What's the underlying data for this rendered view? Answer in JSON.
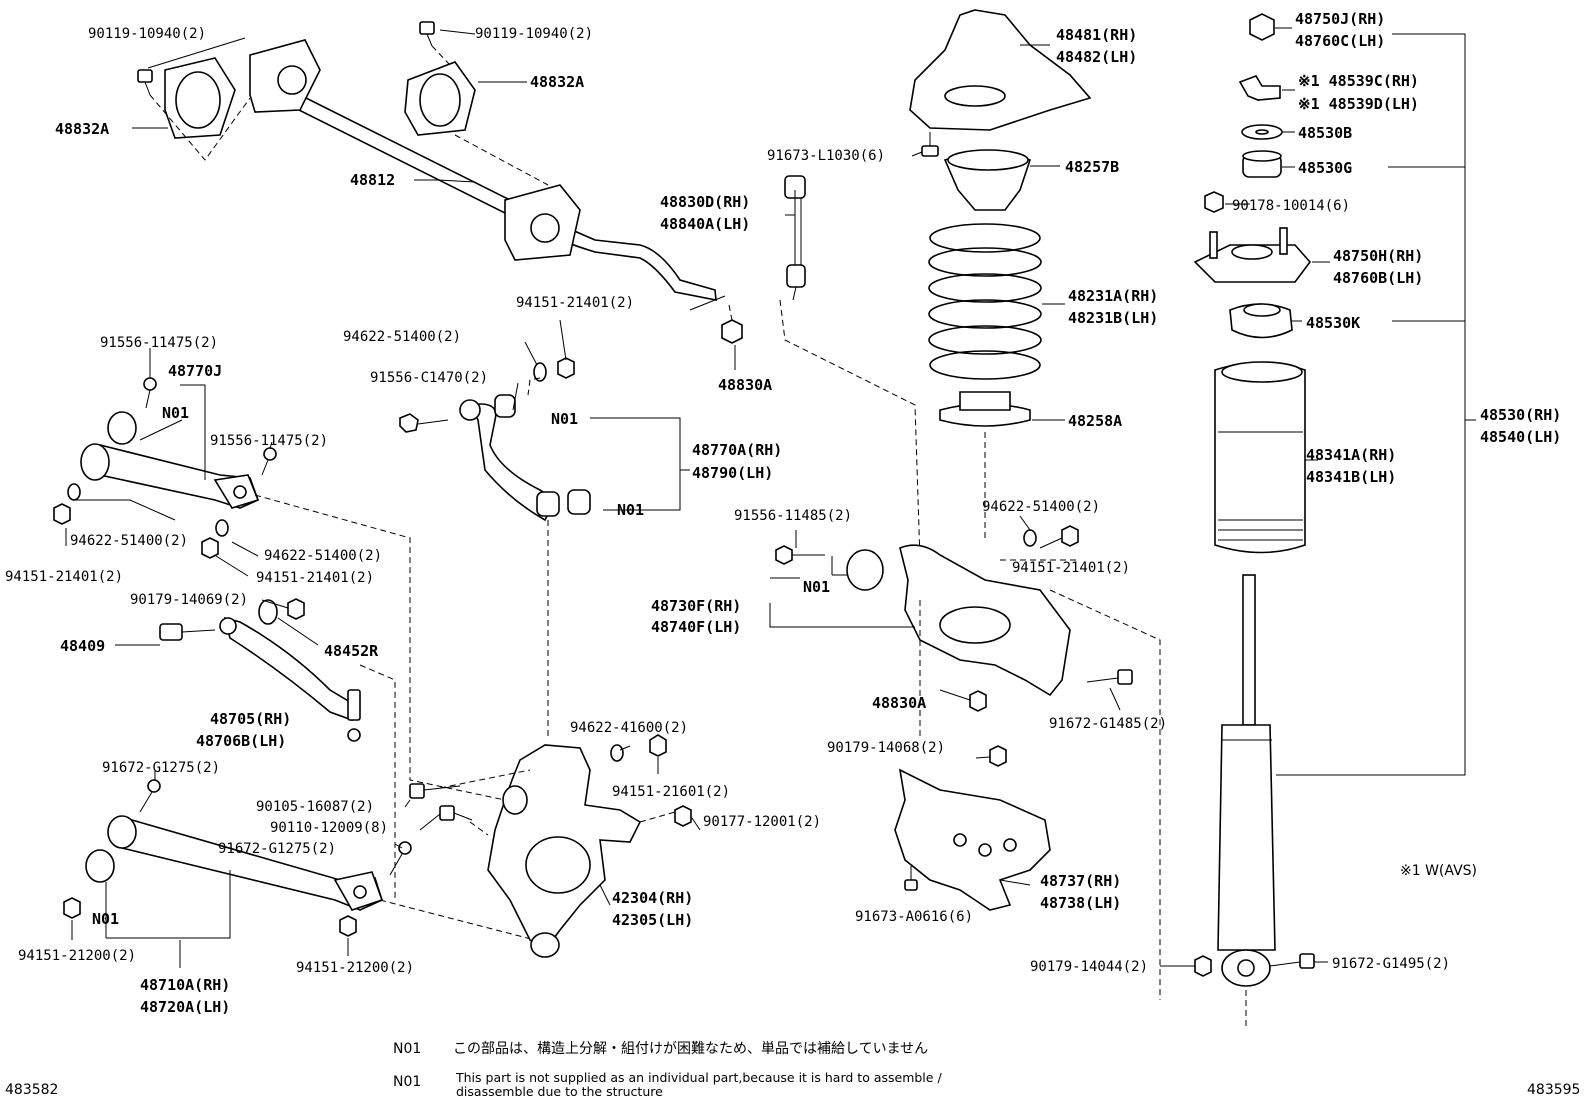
{
  "labels": {
    "bolt_90119_left": "90119-10940(2)",
    "bolt_90119_right": "90119-10940(2)",
    "bushing_48832a_left": "48832A",
    "bushing_48832a_right": "48832A",
    "stabilizer_bar": "48812",
    "link_48830d_rh": "48830D(RH)",
    "link_48840a_lh": "48840A(LH)",
    "nut_94151_top": "94151-21401(2)",
    "washer_94622_top": "94622-51400(2)",
    "nut_48830a_top": "48830A",
    "bolt_91556_c1470": "91556-C1470(2)",
    "n01_upper_arm_a": "N01",
    "n01_upper_arm_b": "N01",
    "arm_48770a_rh": "48770A(RH)",
    "arm_48790_lh": "48790(LH)",
    "bolt_91556_11475_a": "91556-11475(2)",
    "arm_48770j": "48770J",
    "n01_48770j": "N01",
    "bolt_91556_11475_b": "91556-11475(2)",
    "washer_94622_left": "94622-51400(2)",
    "nut_94151_left": "94151-21401(2)",
    "washer_94622_mid": "94622-51400(2)",
    "nut_94151_mid": "94151-21401(2)",
    "nut_90179_14069": "90179-14069(2)",
    "bolt_48409": "48409",
    "cam_48452r": "48452R",
    "rod_48705_rh": "48705(RH)",
    "rod_48706b_lh": "48706B(LH)",
    "bolt_91672_g1275_a": "91672-G1275(2)",
    "bolt_90105_16087": "90105-16087(2)",
    "bolt_90110_12009": "90110-12009(8)",
    "bolt_91672_g1275_b": "91672-G1275(2)",
    "n01_lower": "N01",
    "nut_94151_21200_a": "94151-21200(2)",
    "nut_94151_21200_b": "94151-21200(2)",
    "arm_48710a_rh": "48710A(RH)",
    "arm_48720a_lh": "48720A(LH)",
    "washer_94622_41600": "94622-41600(2)",
    "nut_94151_21601": "94151-21601(2)",
    "nut_90177_12001": "90177-12001(2)",
    "knuckle_42304_rh": "42304(RH)",
    "knuckle_42305_lh": "42305(LH)",
    "plate_48481_rh": "48481(RH)",
    "plate_48482_lh": "48482(LH)",
    "bolt_91673_l1030": "91673-L1030(6)",
    "insulator_48257b": "48257B",
    "spring_48231a_rh": "48231A(RH)",
    "spring_48231b_lh": "48231B(LH)",
    "insulator_48258a": "48258A",
    "bolt_91556_11485": "91556-11485(2)",
    "washer_94622_right": "94622-51400(2)",
    "nut_94151_right": "94151-21401(2)",
    "n01_48730f": "N01",
    "arm_48730f_rh": "48730F(RH)",
    "arm_48740f_lh": "48740F(LH)",
    "nut_48830a_lower": "48830A",
    "bolt_91672_g1485": "91672-G1485(2)",
    "nut_90179_14068": "90179-14068(2)",
    "cover_48737_rh": "48737(RH)",
    "cover_48738_lh": "48738(LH)",
    "bolt_91673_a0616": "91673-A0616(6)",
    "nut_48750j_rh": "48750J(RH)",
    "nut_48760c_lh": "48760C(LH)",
    "bracket_48539c_rh": "※1 48539C(RH)",
    "bracket_48539d_lh": "※1 48539D(LH)",
    "washer_48530b": "48530B",
    "cushion_48530g": "48530G",
    "nut_90178_10014": "90178-10014(6)",
    "support_48750h_rh": "48750H(RH)",
    "support_48760b_lh": "48760B(LH)",
    "bumper_48530k": "48530K",
    "absorber_48530_rh": "48530(RH)",
    "absorber_48540_lh": "48540(LH)",
    "boot_48341a_rh": "48341A(RH)",
    "boot_48341b_lh": "48341B(LH)",
    "nut_90179_14044": "90179-14044(2)",
    "bolt_91672_g1495": "91672-G1495(2)",
    "avs_note": "※1  W(AVS)"
  },
  "notes": {
    "n01_code_jp": "N01",
    "n01_text_jp": "この部品は、構造上分解・組付けが困難なため、単品では補給していません",
    "n01_code_en": "N01",
    "n01_text_en_line1": "This part is not supplied as an individual part,because it is hard to assemble /",
    "n01_text_en_line2": "disassemble due to the structure"
  },
  "figure_ids": {
    "left": "483582",
    "right": "483595"
  }
}
